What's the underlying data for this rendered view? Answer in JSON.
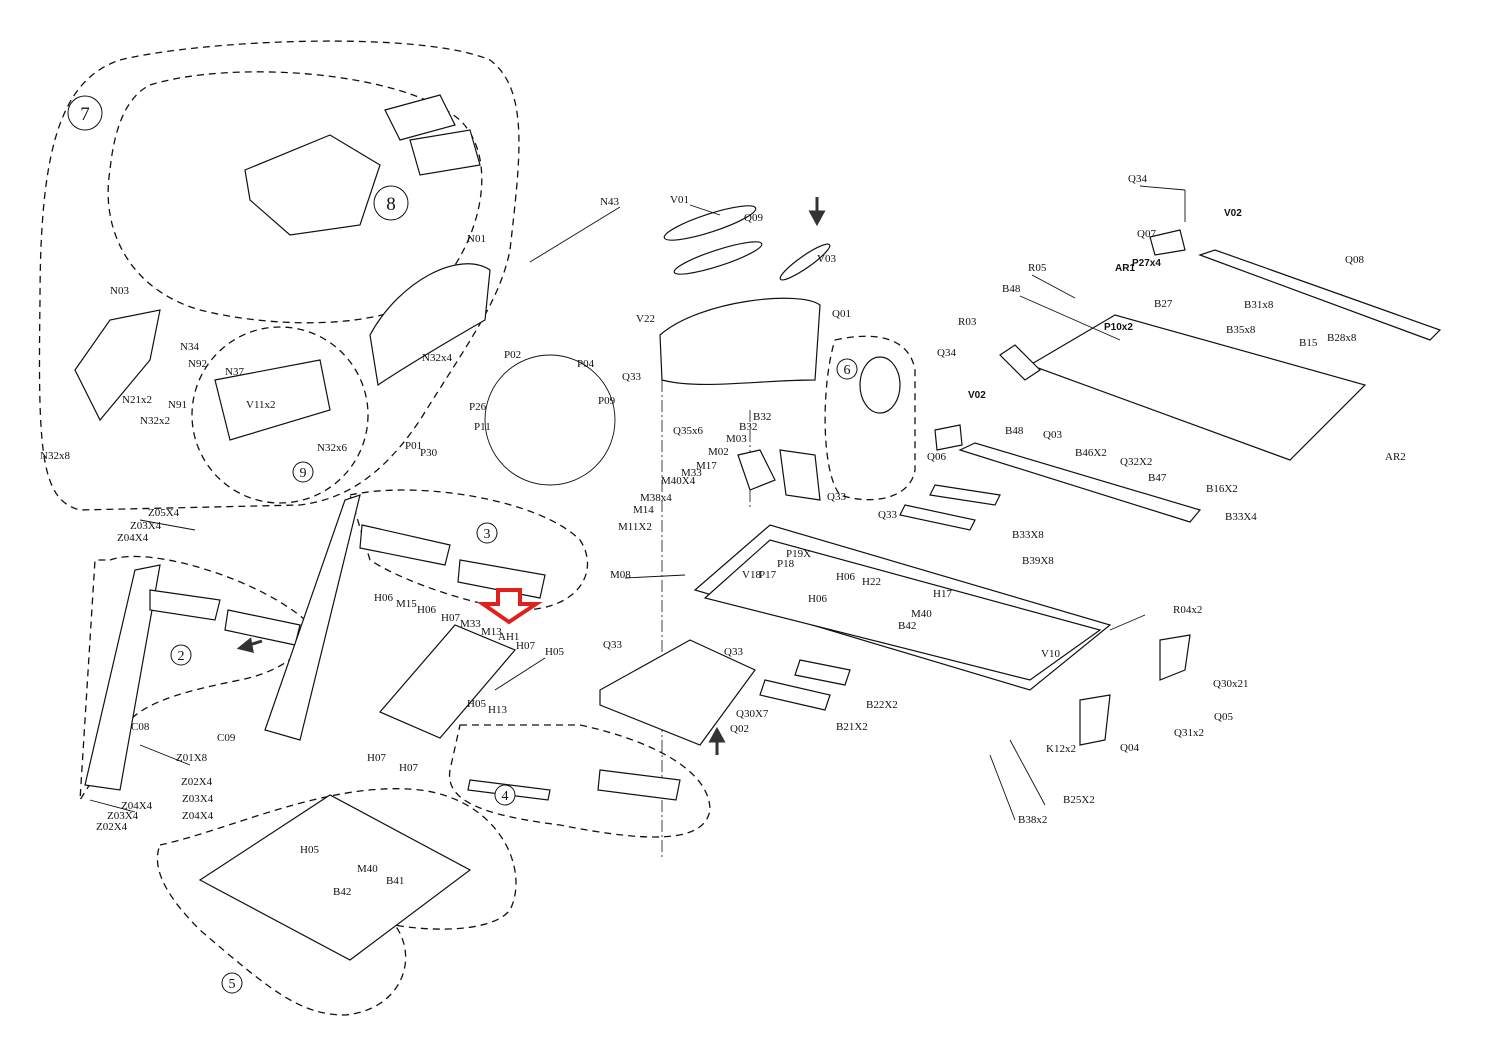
{
  "diagram": {
    "group_numbers": [
      "7",
      "8",
      "9",
      "3",
      "2",
      "4",
      "5",
      "6"
    ],
    "labels": [
      "N03",
      "N34",
      "N92",
      "N21x2",
      "N91",
      "N32x2",
      "N32x8",
      "N37",
      "V11x2",
      "N32x6",
      "N01",
      "N32x4",
      "N43",
      "P02",
      "P04",
      "P26",
      "P09",
      "P11",
      "P01",
      "P30",
      "V01",
      "Q09",
      "V03",
      "V22",
      "Q01",
      "Q33",
      "Q35x6",
      "B32",
      "B32",
      "M03",
      "M02",
      "M17",
      "M33",
      "M40X4",
      "M38x4",
      "M14",
      "M11X2",
      "M08",
      "Q33",
      "Q33",
      "P19X",
      "P18",
      "V18",
      "P17",
      "H06",
      "H06",
      "H22",
      "H17",
      "M40",
      "B42",
      "Q33",
      "Q33",
      "B22X2",
      "B21X2",
      "Q30X7",
      "Q02",
      "Q34",
      "V02",
      "Q07",
      "Q08",
      "R05",
      "AR1",
      "P27x4",
      "B48",
      "B27",
      "B31x8",
      "P10x2",
      "B35x8",
      "B28x8",
      "R03",
      "B15",
      "Q34",
      "V02",
      "B48",
      "Q03",
      "Q06",
      "B46X2",
      "Q32X2",
      "B47",
      "B16X2",
      "AR2",
      "B33X8",
      "B33X4",
      "B39X8",
      "R04x2",
      "V10",
      "Q30x21",
      "Q05",
      "Q31x2",
      "Q04",
      "K12x2",
      "B25X2",
      "B38x2",
      "Z05X4",
      "Z03X4",
      "Z04X4",
      "C08",
      "Z01X8",
      "C09",
      "Z02X4",
      "Z03X4",
      "Z04X4",
      "Z04X4",
      "Z03X4",
      "Z02X4",
      "H06",
      "M15",
      "H06",
      "H07",
      "M33",
      "M13",
      "AH1",
      "H07",
      "H05",
      "H05",
      "H13",
      "H07",
      "H07",
      "H05",
      "M40",
      "B41",
      "B42"
    ],
    "highlight_color": "#e0201c"
  }
}
